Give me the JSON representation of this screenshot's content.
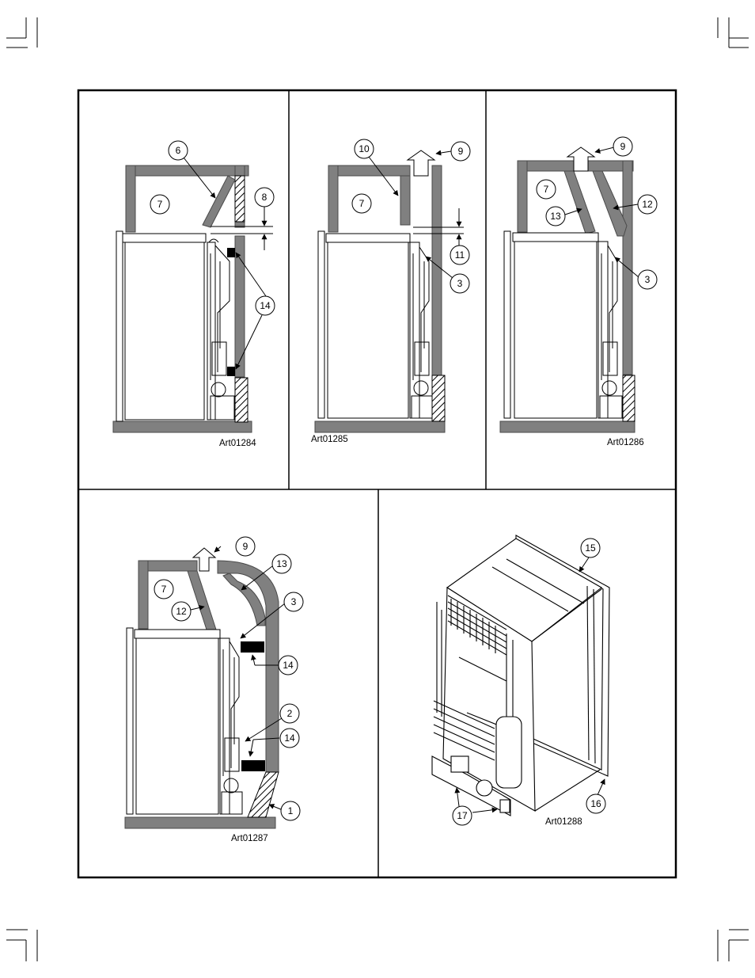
{
  "panels": [
    {
      "art_id": "Art01284",
      "callouts": [
        "6",
        "7",
        "8",
        "14"
      ]
    },
    {
      "art_id": "Art01285",
      "callouts": [
        "10",
        "9",
        "7",
        "11",
        "3"
      ]
    },
    {
      "art_id": "Art01286",
      "callouts": [
        "9",
        "7",
        "12",
        "13",
        "3"
      ]
    },
    {
      "art_id": "Art01287",
      "callouts": [
        "9",
        "13",
        "7",
        "3",
        "12",
        "14",
        "2",
        "14",
        "1"
      ]
    },
    {
      "art_id": "Art01288",
      "callouts": [
        "15",
        "16",
        "17"
      ]
    }
  ],
  "colors": {
    "wall": "#808080",
    "line": "#000000",
    "paper": "#ffffff"
  }
}
